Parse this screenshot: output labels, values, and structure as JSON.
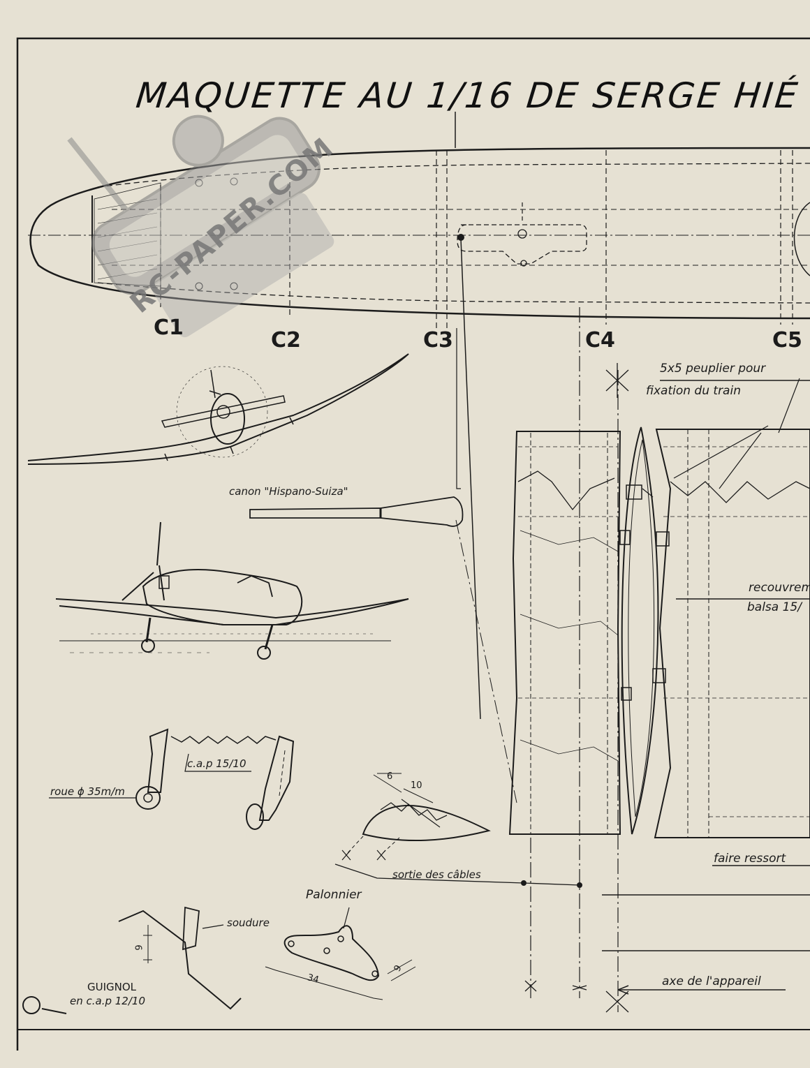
{
  "title": "MAQUETTE AU 1/16 DE SERGE HIÉ",
  "sections": [
    "C1",
    "C2",
    "C3",
    "C4",
    "C5"
  ],
  "labels": {
    "peuplier_1": "5x5 peuplier pour",
    "peuplier_2": "fixation du train",
    "canon": "canon \"Hispano-Suiza\"",
    "recouvrement_1": "recouvreme",
    "recouvrement_2": "balsa 15/",
    "cap": "c.a.p 15/10",
    "roue": "roue ϕ 35m/m",
    "sortie": "sortie des câbles",
    "faire": "faire ressort",
    "palonnier": "Palonnier",
    "soudure": "soudure",
    "guignol_1": "GUIGNOL",
    "guignol_2": "en c.a.p 12/10",
    "axe": "axe de l'appareil"
  },
  "dimensions": {
    "d6": "6",
    "d10": "10",
    "d9a": "9",
    "d34": "34",
    "d9b": "9"
  },
  "watermark": "RC-PAPER.COM",
  "colors": {
    "paper": "#e6e1d3",
    "ink": "#1b1b1b",
    "watermark": "#8f8f8f"
  }
}
